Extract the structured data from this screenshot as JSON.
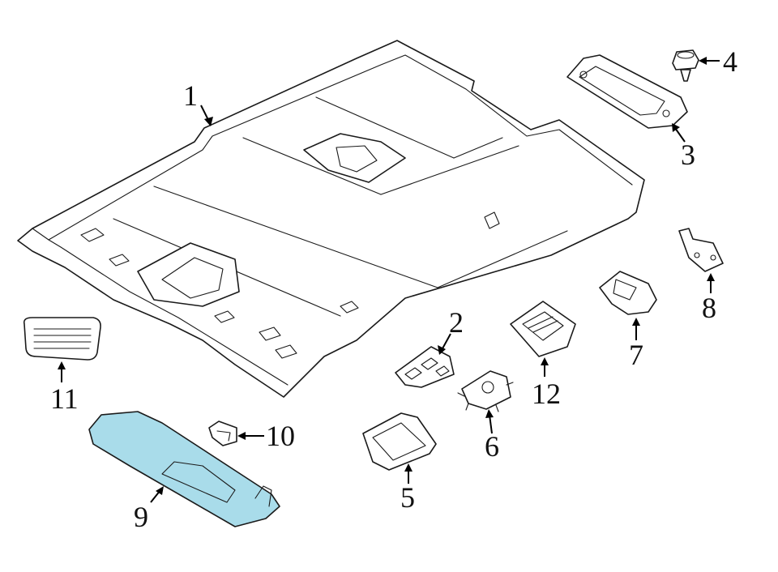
{
  "callouts": [
    {
      "id": "1",
      "label": "1"
    },
    {
      "id": "2",
      "label": "2"
    },
    {
      "id": "3",
      "label": "3"
    },
    {
      "id": "4",
      "label": "4"
    },
    {
      "id": "5",
      "label": "5"
    },
    {
      "id": "6",
      "label": "6"
    },
    {
      "id": "7",
      "label": "7"
    },
    {
      "id": "8",
      "label": "8"
    },
    {
      "id": "9",
      "label": "9"
    },
    {
      "id": "10",
      "label": "10"
    },
    {
      "id": "11",
      "label": "11"
    },
    {
      "id": "12",
      "label": "12"
    }
  ],
  "highlight": {
    "part": "9",
    "color": "#a9dcea"
  },
  "colors": {
    "line": "#1a1a1a",
    "background": "#ffffff"
  }
}
